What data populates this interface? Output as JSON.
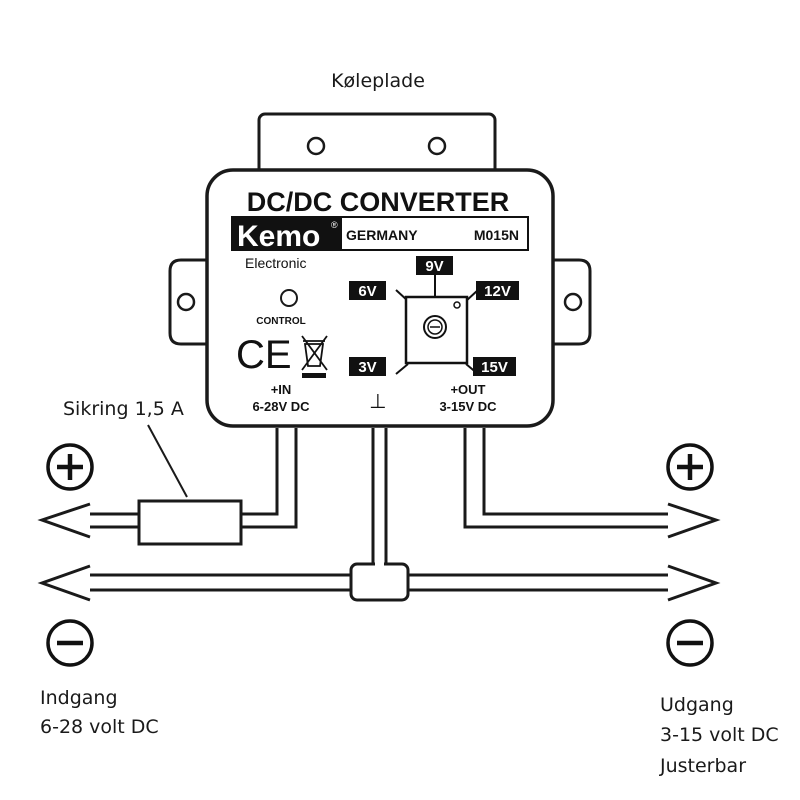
{
  "labels": {
    "heatsink": "Køleplade",
    "fuse": "Sikring 1,5 A",
    "input": [
      "Indgang",
      "6-28 volt DC"
    ],
    "output": [
      "Udgang",
      "3-15 volt DC",
      "Justerbar"
    ]
  },
  "module": {
    "title": "DC/DC CONVERTER",
    "logo": "Kemo",
    "registered": "®",
    "logo_sub": "Electronic",
    "country": "GERMANY",
    "model": "M015N",
    "control": "CONTROL",
    "ce_mark": "CE",
    "in_label": "+IN",
    "in_range": "6-28V DC",
    "out_label": "+OUT",
    "out_range": "3-15V DC",
    "ground_symbol": "⊥",
    "voltage_settings": [
      "3V",
      "6V",
      "9V",
      "12V",
      "15V"
    ]
  },
  "polarity": {
    "plus_symbol": "+",
    "minus_symbol": "−"
  }
}
